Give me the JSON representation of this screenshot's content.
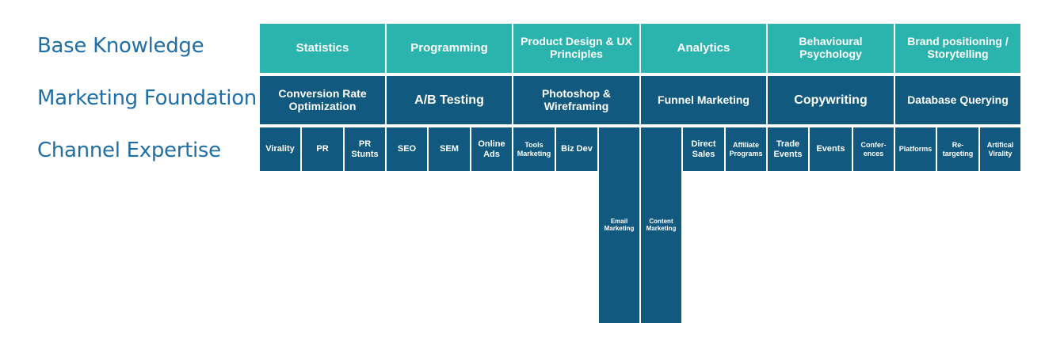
{
  "row_labels": {
    "base": "Base Knowledge",
    "marketing": "Marketing Foundation",
    "channel": "Channel Expertise"
  },
  "base_knowledge": [
    "Statistics",
    "Programming",
    "Product Design & UX Principles",
    "Analytics",
    "Behavioural Psychology",
    "Brand positioning / Storytelling"
  ],
  "marketing_foundation": [
    "Conversion Rate Optimization",
    "A/B Testing",
    "Photoshop & Wireframing",
    "Funnel Marketing",
    "Copywriting",
    "Database Querying"
  ],
  "channel_expertise": [
    "Virality",
    "PR",
    "PR Stunts",
    "SEO",
    "SEM",
    "Online Ads",
    "Tools Marketing",
    "Biz Dev",
    "Email Marketing",
    "Content Marketing",
    "Direct Sales",
    "Affiliate Programs",
    "Trade Events",
    "Events",
    "Confer-ences",
    "Platforms",
    "Re-targeting",
    "Artifical Virality"
  ],
  "colors": {
    "base_fill": "#2bb3ad",
    "foundation_fill": "#12597f",
    "channel_fill": "#12597f",
    "label_text": "#1f6fa6"
  }
}
